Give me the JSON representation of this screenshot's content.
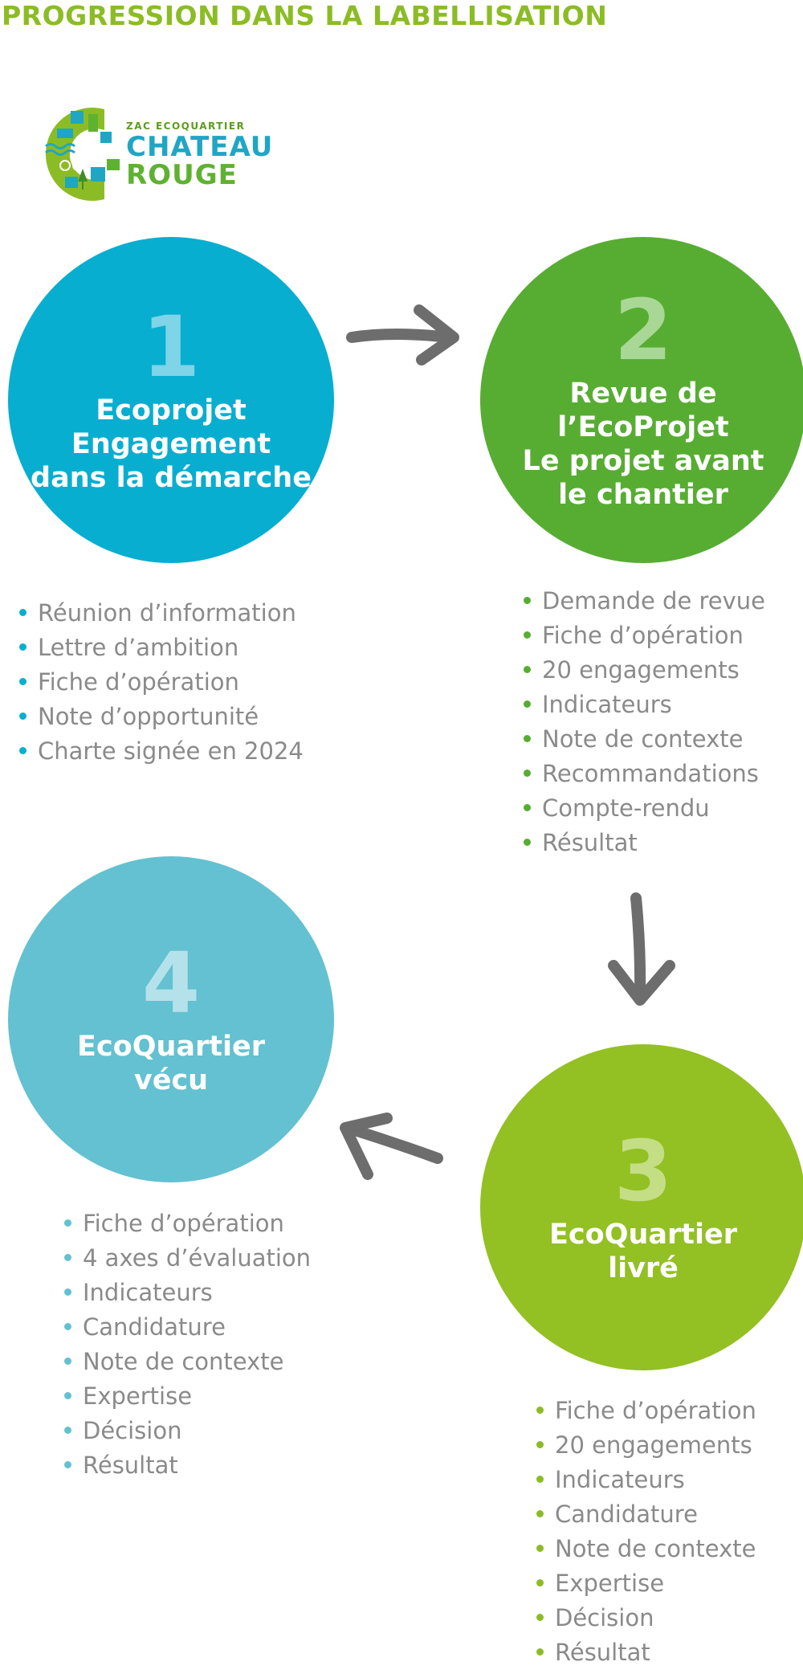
{
  "title": "PROGRESSION DANS LA LABELLISATION",
  "logo": {
    "small": "ZAC ECOQUARTIER",
    "line1": "CHATEAU",
    "line2": "ROUGE"
  },
  "steps": [
    {
      "number": "1",
      "label_lines": [
        "Ecoprojet",
        "Engagement",
        "dans la démarche"
      ],
      "items": [
        "Réunion d’information",
        "Lettre d’ambition",
        "Fiche d’opération",
        "Note d’opportunité",
        "Charte signée en 2024"
      ]
    },
    {
      "number": "2",
      "label_lines": [
        "Revue de",
        "l’EcoProjet",
        "Le projet avant",
        "le chantier"
      ],
      "items": [
        "Demande de revue",
        "Fiche d’opération",
        "20 engagements",
        "Indicateurs",
        "Note de contexte",
        "Recommandations",
        "Compte-rendu",
        "Résultat"
      ]
    },
    {
      "number": "3",
      "label_lines": [
        "EcoQuartier",
        "livré"
      ],
      "items": [
        "Fiche d’opération",
        "20 engagements",
        "Indicateurs",
        "Candidature",
        "Note de contexte",
        "Expertise",
        "Décision",
        "Résultat"
      ]
    },
    {
      "number": "4",
      "label_lines": [
        "EcoQuartier",
        "vécu"
      ],
      "items": [
        "Fiche d’opération",
        "4 axes d’évaluation",
        "Indicateurs",
        "Candidature",
        "Note de contexte",
        "Expertise",
        "Décision",
        "Résultat"
      ]
    }
  ],
  "colors": {
    "title": "#8cbc25",
    "step1": "#08aed0",
    "step2": "#57ad32",
    "step3": "#93c023",
    "step4": "#63c1d1",
    "arrow": "#6d6d6d",
    "list_text": "#8a8a8a"
  }
}
